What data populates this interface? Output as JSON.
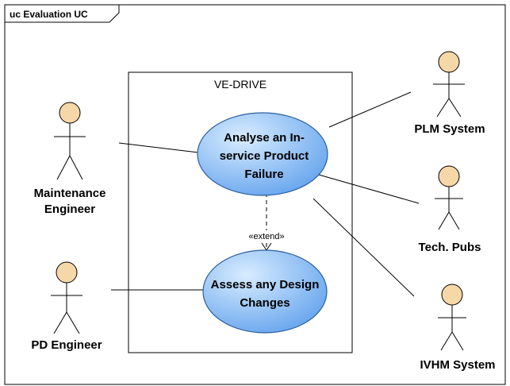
{
  "frame": {
    "label": "uc Evaluation UC"
  },
  "system": {
    "name": "VE-DRIVE"
  },
  "use_cases": {
    "analyse": [
      "Analyse an In-",
      "service Product",
      "Failure"
    ],
    "assess": [
      "Assess any Design",
      "Changes"
    ]
  },
  "relationship": {
    "stereotype": "«extend»"
  },
  "actors": {
    "maintenance": [
      "Maintenance",
      "Engineer"
    ],
    "pd": [
      "PD Engineer"
    ],
    "plm": [
      "PLM System"
    ],
    "techpubs": [
      "Tech. Pubs"
    ],
    "ivhm": [
      "IVHM System"
    ]
  },
  "colors": {
    "actor_head": "#f6d7a7",
    "usecase_fill_light": "#cfe6ff",
    "usecase_fill_dark": "#6aa7ee",
    "usecase_stroke": "#2c5fa0",
    "line": "#000000"
  }
}
